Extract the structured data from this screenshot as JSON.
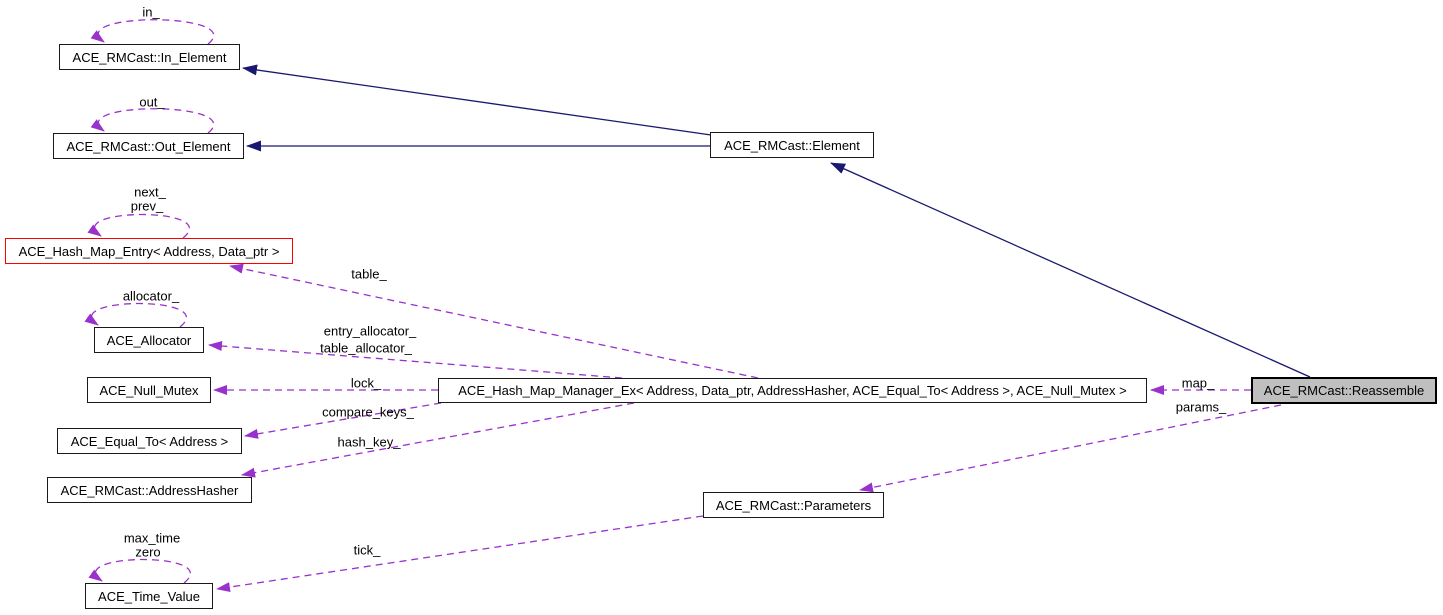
{
  "colors": {
    "inheritance-edge": "#191970",
    "usage-edge": "#9932cc",
    "node-border": "#1a1a1a",
    "highlight-border": "#ff0000",
    "target-node-fill": "#bfbfbf",
    "node-fill": "#ffffff"
  },
  "nodes": {
    "in_element": {
      "label": "ACE_RMCast::In_Element"
    },
    "out_element": {
      "label": "ACE_RMCast::Out_Element"
    },
    "hash_map_entry": {
      "label": "ACE_Hash_Map_Entry< Address, Data_ptr >"
    },
    "allocator": {
      "label": "ACE_Allocator"
    },
    "null_mutex": {
      "label": "ACE_Null_Mutex"
    },
    "equal_to": {
      "label": "ACE_Equal_To< Address >"
    },
    "address_hasher": {
      "label": "ACE_RMCast::AddressHasher"
    },
    "time_value": {
      "label": "ACE_Time_Value"
    },
    "element": {
      "label": "ACE_RMCast::Element"
    },
    "hash_map_manager": {
      "label": "ACE_Hash_Map_Manager_Ex< Address, Data_ptr, AddressHasher, ACE_Equal_To< Address >, ACE_Null_Mutex >"
    },
    "parameters": {
      "label": "ACE_RMCast::Parameters"
    },
    "reassemble": {
      "label": "ACE_RMCast::Reassemble"
    }
  },
  "edge_labels": {
    "in": "in_",
    "out": "out_",
    "next": "next_",
    "prev": "prev_",
    "allocator": "allocator_",
    "table": "table_",
    "entry_allocator": "entry_allocator_",
    "table_allocator": "table_allocator_",
    "lock": "lock_",
    "compare_keys": "compare_keys_",
    "hash_key": "hash_key_",
    "map": "map_",
    "params": "params_",
    "tick": "tick_",
    "max_time": "max_time",
    "zero": "zero"
  }
}
